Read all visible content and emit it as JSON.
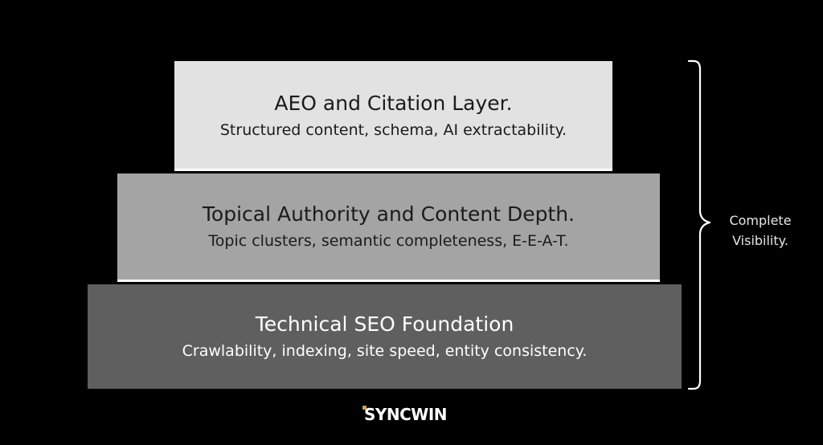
{
  "layers": [
    {
      "title": "AEO and Citation Layer.",
      "description": "Structured content, schema, AI extractability."
    },
    {
      "title": "Topical Authority and Content Depth.",
      "description": "Topic clusters, semantic completeness, E-E-A-T."
    },
    {
      "title": "Technical SEO Foundation",
      "description": "Crawlability, indexing, site speed, entity consistency."
    }
  ],
  "brace_label": {
    "line1": "Complete",
    "line2": "Visibility."
  },
  "logo": {
    "text": "SYNCWIN",
    "accent_color": "#d9a23a"
  },
  "colors": {
    "background": "#000000",
    "top_layer": "#e2e2e2",
    "middle_layer": "#a4a4a4",
    "bottom_layer": "#5f5f5f"
  }
}
